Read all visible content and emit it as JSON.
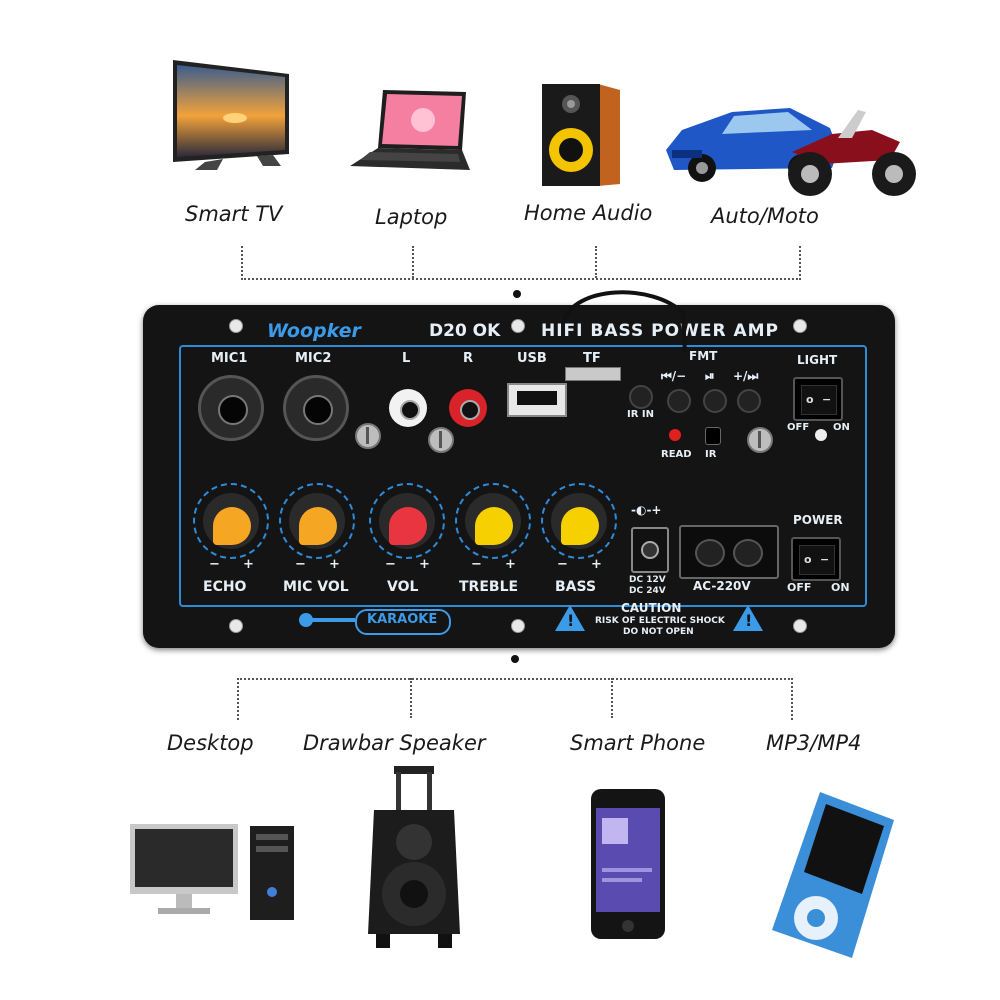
{
  "top_devices": [
    {
      "label": "Smart TV",
      "icon": "smart-tv-icon"
    },
    {
      "label": "Laptop",
      "icon": "laptop-icon"
    },
    {
      "label": "Home Audio",
      "icon": "speaker-icon"
    },
    {
      "label": "Auto/Moto",
      "icon": "car-motorcycle-icon"
    }
  ],
  "bottom_devices": [
    {
      "label": "Desktop",
      "icon": "desktop-computer-icon"
    },
    {
      "label": "Drawbar Speaker",
      "icon": "trolley-speaker-icon"
    },
    {
      "label": "Smart Phone",
      "icon": "smartphone-icon"
    },
    {
      "label": "MP3/MP4",
      "icon": "mp3-player-icon"
    }
  ],
  "panel": {
    "brand": "Woopker",
    "model": "D20 OK",
    "title": "HIFI BASS POWER AMP",
    "inputs": {
      "mic1": "MIC1",
      "mic2": "MIC2",
      "l": "L",
      "r": "R",
      "usb": "USB",
      "tf": "TF"
    },
    "controls": {
      "fmt": "FMT",
      "prev": "⏮/−",
      "play": "⏯",
      "next": "+/⏭",
      "ir_in": "IR IN",
      "read": "READ",
      "ir": "IR"
    },
    "knobs": [
      {
        "label": "ECHO",
        "minus": "−",
        "plus": "+",
        "color": "#f5a623"
      },
      {
        "label": "MIC VOL",
        "minus": "−",
        "plus": "+",
        "color": "#f5a623"
      },
      {
        "label": "VOL",
        "minus": "−",
        "plus": "+",
        "color": "#e8353f"
      },
      {
        "label": "TREBLE",
        "minus": "−",
        "plus": "+",
        "color": "#f6d000"
      },
      {
        "label": "BASS",
        "minus": "−",
        "plus": "+",
        "color": "#f6d000"
      }
    ],
    "light": {
      "label": "LIGHT",
      "off": "OFF",
      "on": "ON"
    },
    "power": {
      "label": "POWER",
      "off": "OFF",
      "on": "ON"
    },
    "dc": {
      "line1": "DC 12V",
      "line2": "DC 24V"
    },
    "ac": "AC-220V",
    "karaoke": "KARAOKE",
    "caution": {
      "title": "CAUTION",
      "line1": "RISK OF ELECTRIC SHOCK",
      "line2": "DO NOT OPEN"
    },
    "colors": {
      "accent": "#2e8bd8",
      "panel": "#141414"
    }
  }
}
